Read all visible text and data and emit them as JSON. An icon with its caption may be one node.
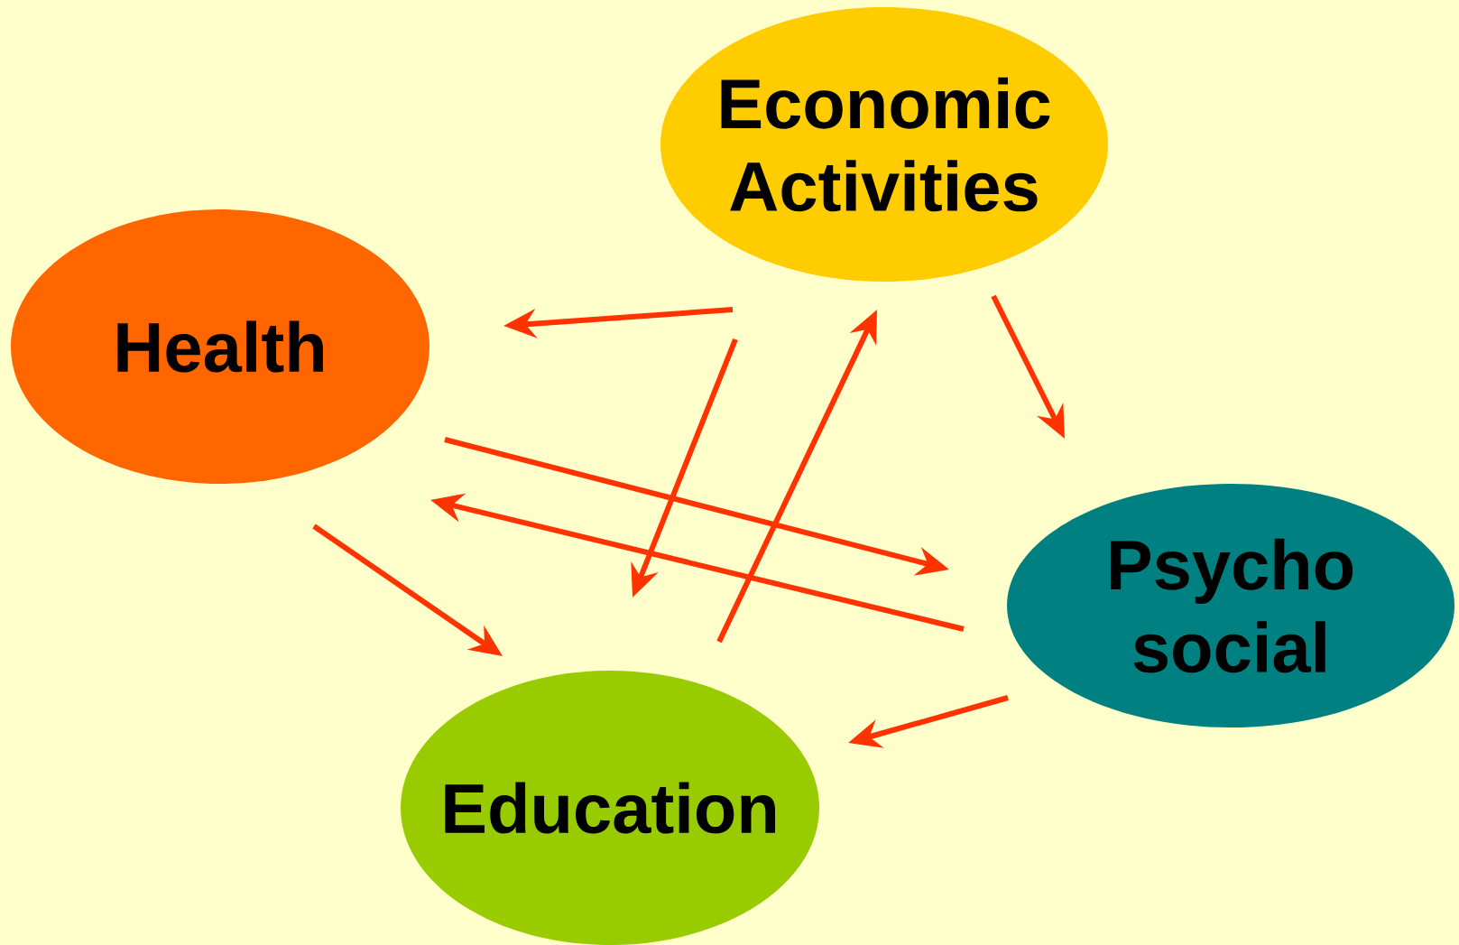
{
  "diagram": {
    "nodes": [
      {
        "text": [
          "Economic Activities"
        ]
      },
      {
        "text": [
          "Health"
        ]
      },
      {
        "text": [
          "Psycho social"
        ]
      },
      {
        "text": [
          "Education"
        ]
      }
    ],
    "edges": [
      {
        "from": 0,
        "to": 1,
        "arrow": "to"
      },
      {
        "from": 0,
        "to": 3,
        "arrow": "to"
      },
      {
        "from": 3,
        "to": 0,
        "arrow": "to"
      },
      {
        "from": 0,
        "to": 2,
        "arrow": "to"
      },
      {
        "from": 1,
        "to": 2,
        "arrow": "to"
      },
      {
        "from": 2,
        "to": 1,
        "arrow": "to"
      },
      {
        "from": 1,
        "to": 3,
        "arrow": "to"
      },
      {
        "from": 2,
        "to": 3,
        "arrow": "to"
      }
    ]
  }
}
